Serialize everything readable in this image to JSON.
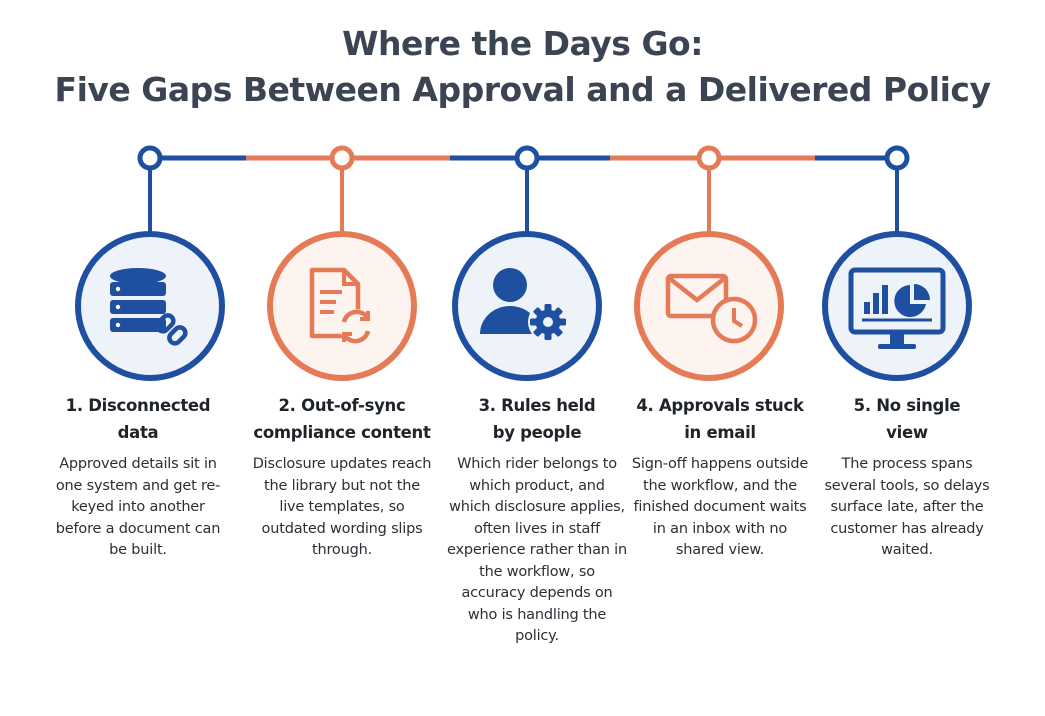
{
  "title": {
    "line1": "Where the Days Go:",
    "line2": "Five Gaps Between Approval and a Delivered Policy"
  },
  "colors": {
    "blue": "#1f4fa0",
    "orange": "#e57a56",
    "title": "#3b4452"
  },
  "steps": [
    {
      "icon": "database-link-icon",
      "color": "blue",
      "heading_line1": "1. Disconnected",
      "heading_line2": "data",
      "body": "Approved details sit in one system and get re-keyed into another before a document can be built."
    },
    {
      "icon": "document-sync-icon",
      "color": "orange",
      "heading_line1": "2. Out-of-sync",
      "heading_line2": "compliance content",
      "body": "Disclosure updates reach the library but not the live templates, so outdated wording slips through."
    },
    {
      "icon": "person-gear-icon",
      "color": "blue",
      "heading_line1": "3. Rules held",
      "heading_line2": "by people",
      "body": "Which rider belongs to which product, and which disclosure applies, often lives in staff experience rather than in the workflow, so accuracy depends on who is handling the policy."
    },
    {
      "icon": "email-clock-icon",
      "color": "orange",
      "heading_line1": "4. Approvals stuck",
      "heading_line2": "in email",
      "body": "Sign-off happens outside the workflow, and the finished document waits in an inbox with no shared view."
    },
    {
      "icon": "dashboard-monitor-icon",
      "color": "blue",
      "heading_line1": "5. No single",
      "heading_line2": "view",
      "body": "The process spans several tools, so delays surface late, after the customer has already waited."
    }
  ]
}
